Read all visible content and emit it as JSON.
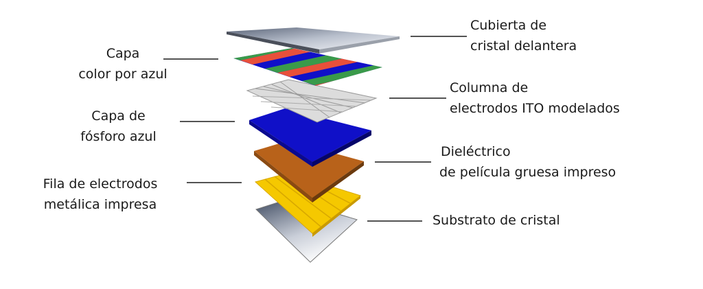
{
  "labels": {
    "front_glass": [
      "Cubierta de",
      "cristal delantera"
    ],
    "color_layer": [
      "Capa",
      "color por azul"
    ],
    "ito": [
      "Columna de",
      "electrodos ITO modelados"
    ],
    "phosphor": [
      "Capa de",
      "fósforo azul"
    ],
    "dielectric": [
      "Dieléctrico",
      "de película gruesa impreso"
    ],
    "row_electrodes": [
      "Fila de electrodos",
      "metálica impresa"
    ],
    "substrate": [
      "Substrato de cristal"
    ]
  },
  "colors": {
    "blue": "#1010c8",
    "red": "#e8503a",
    "green": "#3a9a4a",
    "brown": "#b8621a",
    "yellow": "#f5c800",
    "ito": "#d8d8d8"
  }
}
